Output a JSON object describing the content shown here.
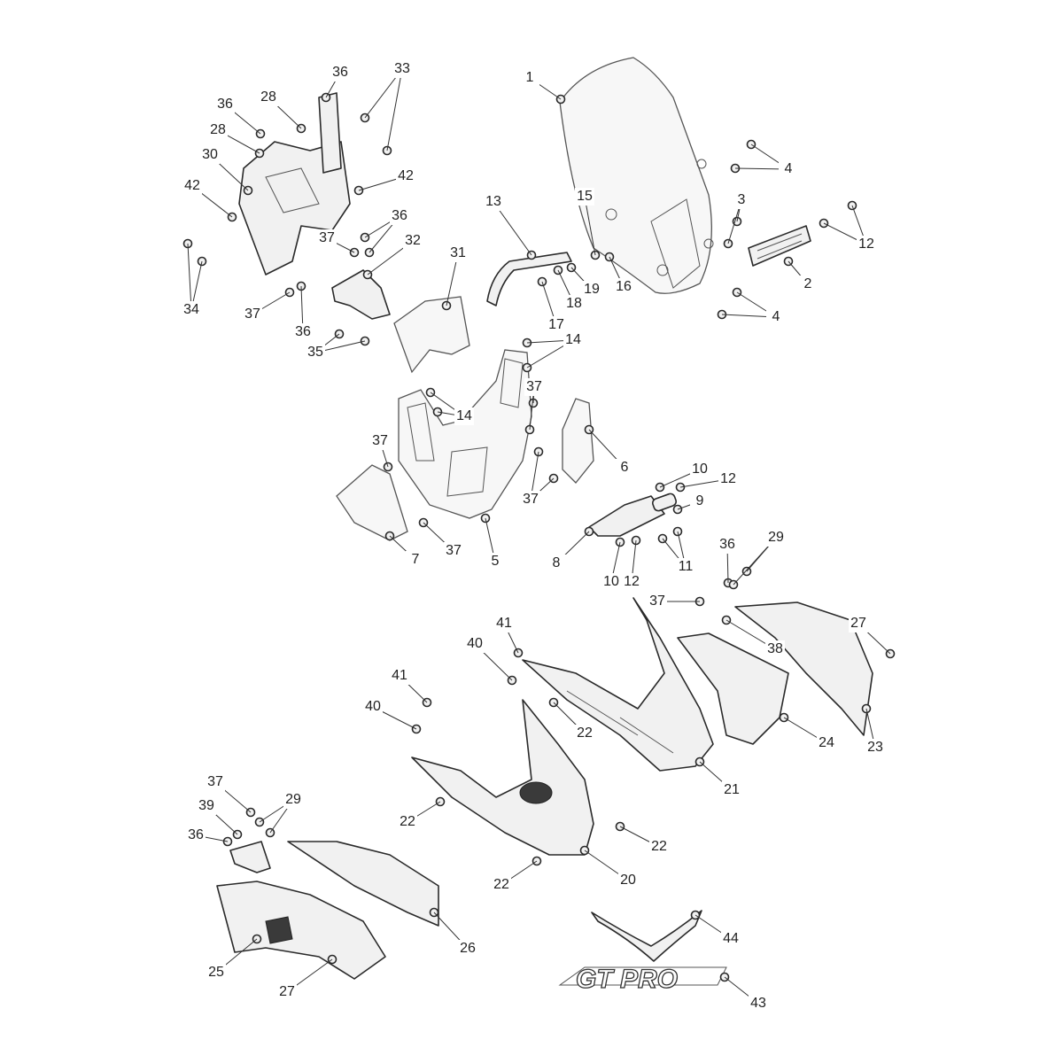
{
  "title": "Exploded parts diagram - screen, cockpit and front bodywork",
  "callouts": [
    "1",
    "4",
    "3",
    "12",
    "2",
    "4",
    "13",
    "15",
    "19",
    "16",
    "18",
    "17",
    "36",
    "33",
    "28",
    "36",
    "28",
    "30",
    "42",
    "42",
    "36",
    "37",
    "32",
    "31",
    "34",
    "37",
    "36",
    "35",
    "14",
    "14",
    "37",
    "37",
    "6",
    "37",
    "7",
    "37",
    "5",
    "10",
    "12",
    "9",
    "8",
    "10",
    "12",
    "11",
    "36",
    "29",
    "37",
    "27",
    "38",
    "41",
    "40",
    "41",
    "40",
    "22",
    "24",
    "23",
    "21",
    "37",
    "29",
    "39",
    "36",
    "22",
    "22",
    "22",
    "20",
    "26",
    "44",
    "25",
    "27",
    "43"
  ],
  "logo_decal_text": "GT PRO"
}
